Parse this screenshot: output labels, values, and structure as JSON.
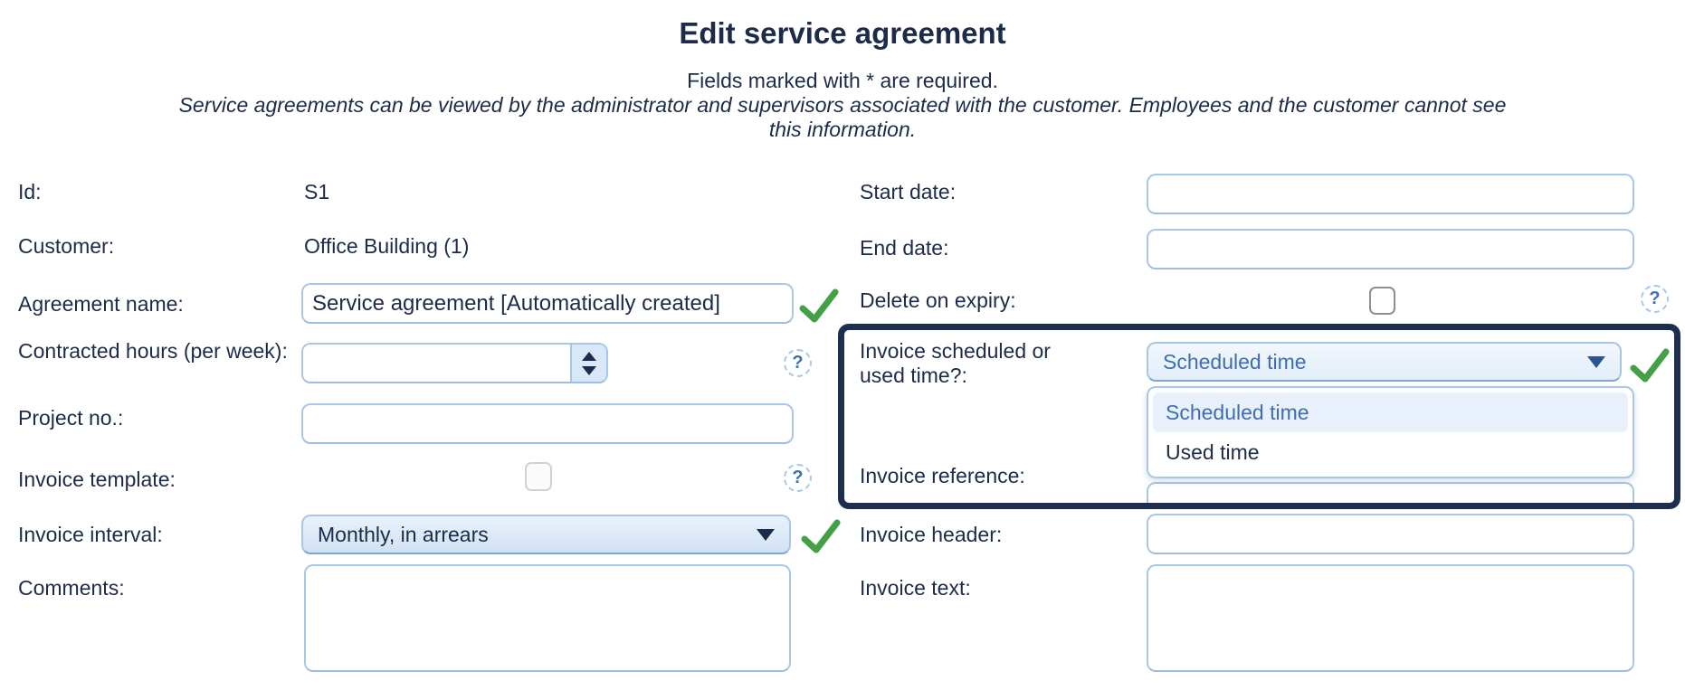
{
  "header": {
    "title": "Edit service agreement",
    "required_note": "Fields marked with * are required.",
    "info_line1": "Service agreements can be viewed by the administrator and supervisors associated with the customer. Employees and the customer cannot see",
    "info_line2": "this information."
  },
  "left_column": {
    "id": {
      "label": "Id:",
      "value": "S1"
    },
    "customer": {
      "label": "Customer:",
      "value": "Office Building (1)"
    },
    "agreement_name": {
      "label": "Agreement name:",
      "value": "Service agreement [Automatically created]",
      "valid": true
    },
    "contracted_hours": {
      "label": "Contracted hours (per week):",
      "value": ""
    },
    "project_no": {
      "label": "Project no.:",
      "value": ""
    },
    "invoice_template": {
      "label": "Invoice template:",
      "checked": false,
      "disabled": true
    },
    "invoice_interval": {
      "label": "Invoice interval:",
      "value": "Monthly, in arrears",
      "valid": true
    },
    "comments": {
      "label": "Comments:",
      "value": ""
    }
  },
  "right_column": {
    "start_date": {
      "label": "Start date:",
      "value": ""
    },
    "end_date": {
      "label": "End date:",
      "value": ""
    },
    "delete_on_expiry": {
      "label": "Delete on expiry:",
      "checked": false
    },
    "invoice_scheduled": {
      "label": "Invoice scheduled or used time?:",
      "value": "Scheduled time",
      "valid": true,
      "dropdown_open": true,
      "options": [
        "Scheduled time",
        "Used time"
      ]
    },
    "invoice_reference": {
      "label": "Invoice reference:",
      "value": ""
    },
    "invoice_header": {
      "label": "Invoice header:",
      "value": ""
    },
    "invoice_text": {
      "label": "Invoice text:",
      "value": ""
    }
  },
  "icons": {
    "help_glyph": "?",
    "valid_checkmark": "green check",
    "dropdown_arrow": "down triangle",
    "spinner": "up/down arrows"
  },
  "colors": {
    "text": "#1c2b4a",
    "input_border": "#a8c6e8",
    "accent_blue": "#3f6eb0",
    "valid_green": "#43a047",
    "highlight_border": "#1d2e4e"
  }
}
